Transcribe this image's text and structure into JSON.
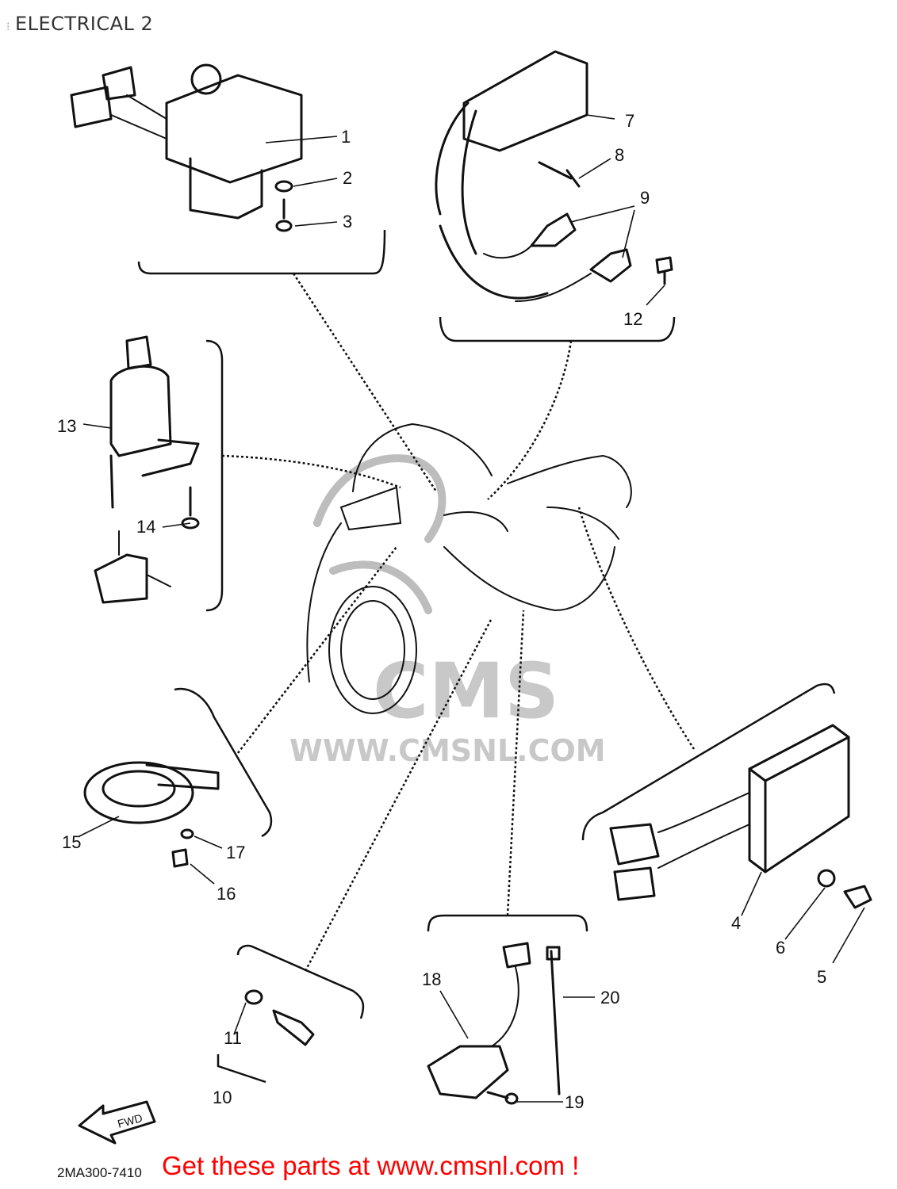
{
  "title": "ELECTRICAL 2",
  "title_mark": "⁝",
  "watermark": {
    "brand": "CMS",
    "url": "WWW.CMSNL.COM"
  },
  "fwd_label": "FWD",
  "diagram_code": "2MA300-7410",
  "banner": "Get these parts at www.cmsnl.com !",
  "callouts": [
    "1",
    "2",
    "3",
    "4",
    "5",
    "6",
    "7",
    "8",
    "9",
    "10",
    "11",
    "12",
    "13",
    "14",
    "15",
    "16",
    "17",
    "18",
    "19",
    "20"
  ]
}
